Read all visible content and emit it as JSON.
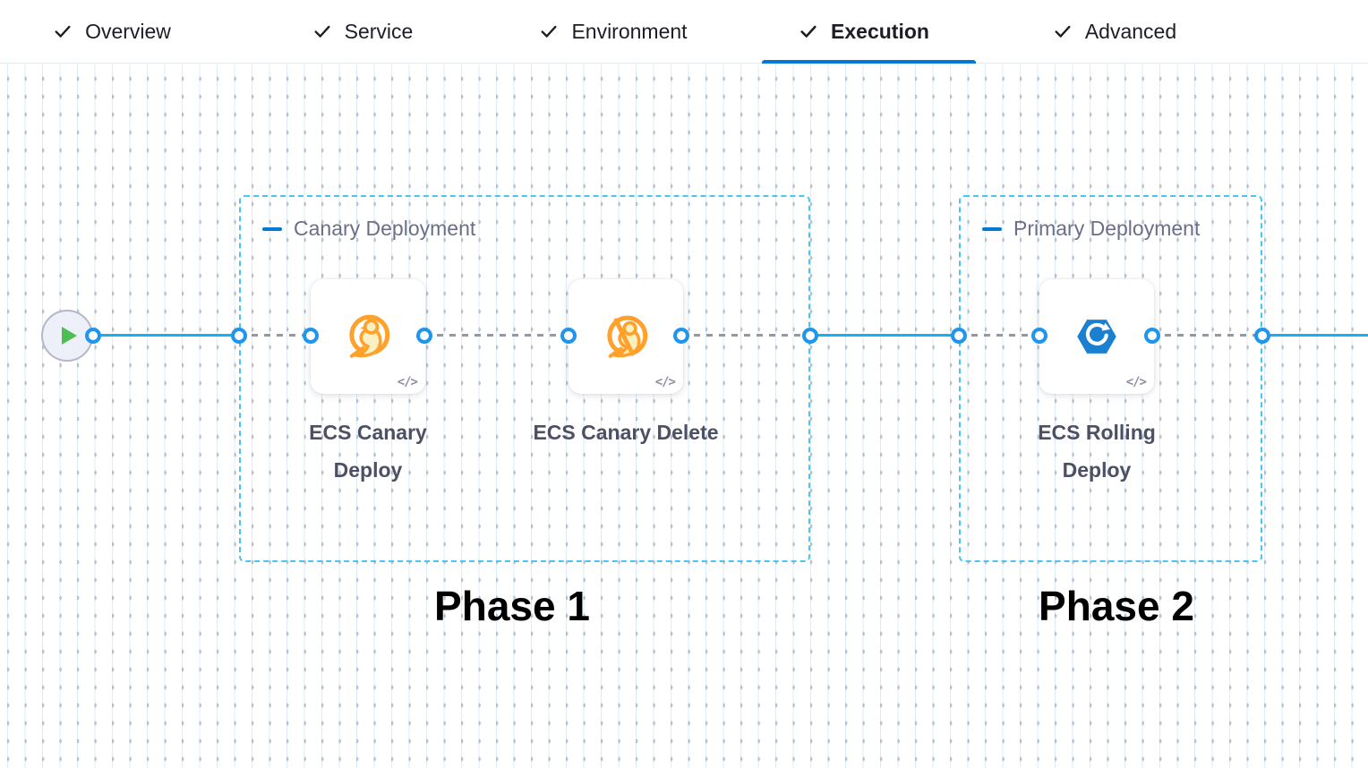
{
  "tabs": [
    {
      "label": "Overview",
      "checked": true,
      "active": false
    },
    {
      "label": "Service",
      "checked": true,
      "active": false
    },
    {
      "label": "Environment",
      "checked": true,
      "active": false
    },
    {
      "label": "Execution",
      "checked": true,
      "active": true
    },
    {
      "label": "Advanced",
      "checked": true,
      "active": false
    }
  ],
  "canvas": {
    "start_node": {
      "icon": "play-icon"
    },
    "groups": [
      {
        "label": "Canary Deployment",
        "phase": "Phase 1",
        "steps": [
          {
            "name": "ECS Canary Deploy",
            "icon": "ecs-canary-deploy-icon"
          },
          {
            "name": "ECS Canary Delete",
            "icon": "ecs-canary-delete-icon"
          }
        ]
      },
      {
        "label": "Primary Deployment",
        "phase": "Phase 2",
        "steps": [
          {
            "name": "ECS Rolling Deploy",
            "icon": "ecs-rolling-deploy-icon"
          }
        ]
      }
    ]
  },
  "ui": {
    "code_badge": "</>"
  },
  "colors": {
    "accent_blue": "#0278D5",
    "connector_blue": "#0FB2F3",
    "port_ring": "#1F96EE",
    "group_border": "#48C6F3",
    "connector_gray": "#9597A9",
    "canary_orange": "#FFA12B",
    "canary_fill": "#FBF0C2",
    "ecs_blue": "#1A80CF",
    "play_green": "#4EBD52",
    "tab_text": "#1D1D26",
    "group_label_text": "#6B6E88",
    "step_label_text": "#4D5065"
  }
}
